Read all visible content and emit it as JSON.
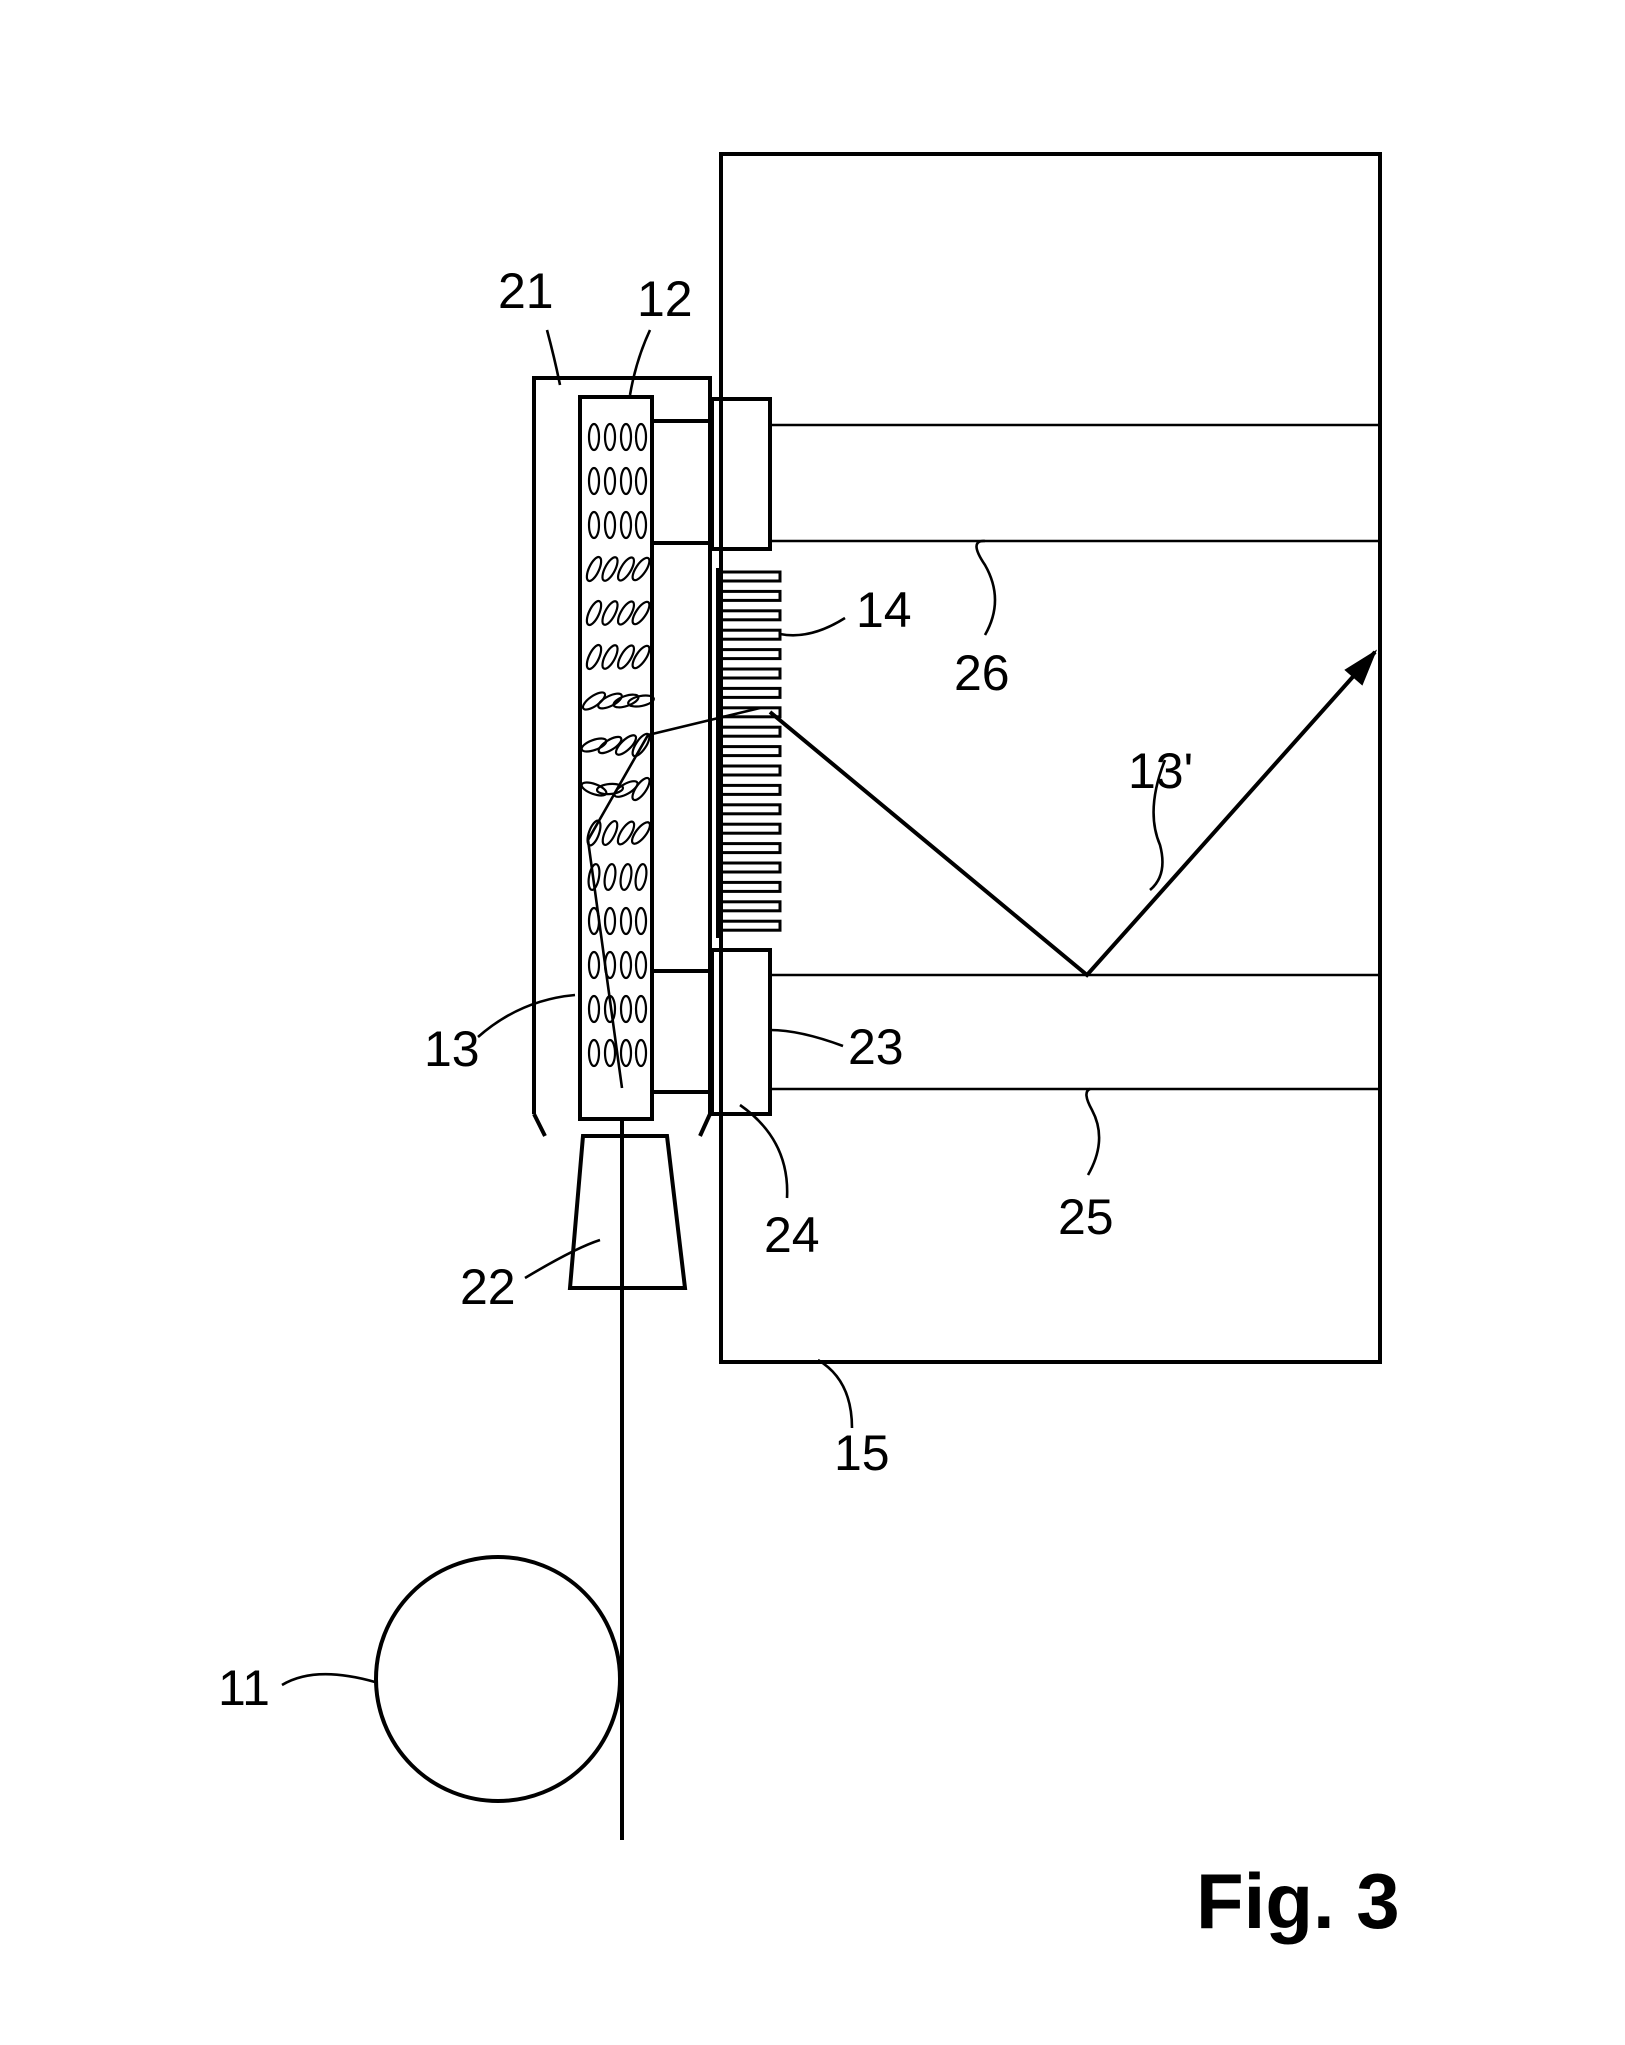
{
  "figure_label": "Fig. 3",
  "labels": {
    "l21": "21",
    "l12": "12",
    "l14": "14",
    "l26": "26",
    "l13p": "13'",
    "l13": "13",
    "l23": "23",
    "l24": "24",
    "l25": "25",
    "l22": "22",
    "l15": "15",
    "l11": "11"
  }
}
